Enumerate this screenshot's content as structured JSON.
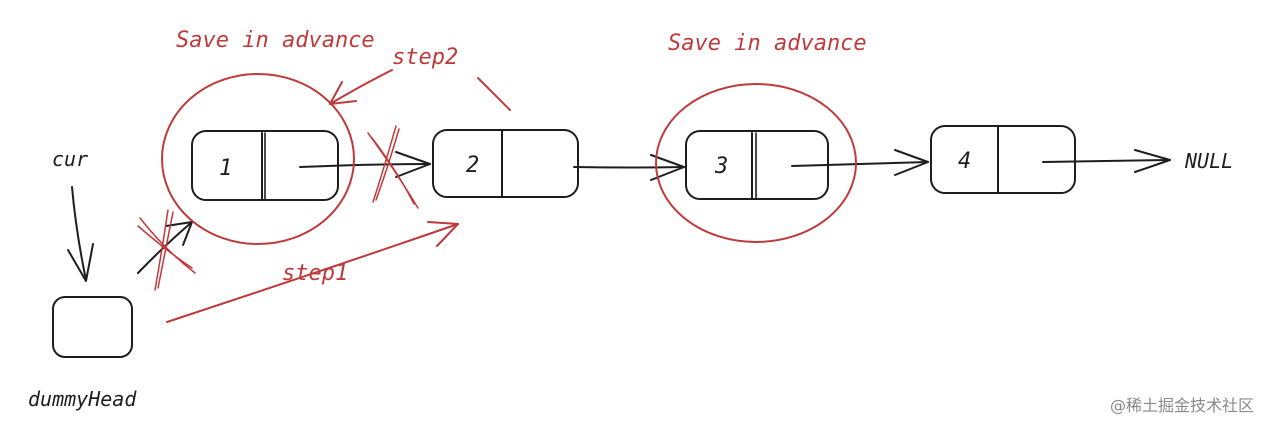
{
  "nodes": [
    {
      "value": "1"
    },
    {
      "value": "2"
    },
    {
      "value": "3"
    },
    {
      "value": "4"
    }
  ],
  "labels": {
    "cur": "cur",
    "dummy_head": "dummyHead",
    "null": "NULL",
    "save_1": "Save in advance",
    "save_2": "Save in advance",
    "step1": "step1",
    "step2": "step2"
  },
  "watermark": "@稀土掘金技术社区",
  "colors": {
    "ink": "#1e1e1e",
    "annotation_red": "#c03a3a",
    "watermark": "#8a8a8a"
  }
}
